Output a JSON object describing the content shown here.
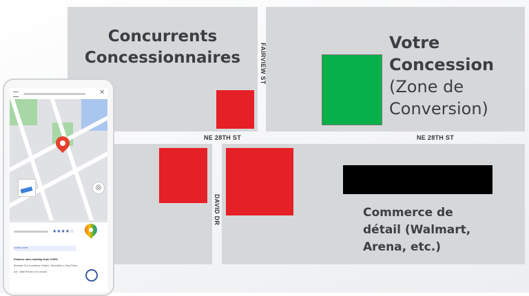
{
  "labels": {
    "competitors": [
      "Concurrents",
      "Concessionnaires"
    ],
    "your_dealership": {
      "line1": "Votre",
      "line2": "Concession",
      "line3": "(Zone de",
      "line4": "Conversion)"
    },
    "retail": [
      "Commerce de",
      "détail (Walmart,",
      "Arena, etc.)"
    ]
  },
  "streets": {
    "fairview": "FAIRVIEW ST",
    "ne28_left": "NE 28TH ST",
    "ne28_right": "NE 28TH ST",
    "david": "DAVID DR"
  },
  "phone": {
    "rating_stars": "★★★★☆",
    "link_text": "Learn more",
    "ad_headline": "Finance rates starting from 3.99%",
    "ad_line": "Browse Our Inventory Online. Schedule a Test Drive",
    "ad_footer": "Ad · Alfa Romeo of London"
  },
  "colors": {
    "competitor": "#e52026",
    "dealership": "#08b04a",
    "retail": "#000000",
    "block": "#d6d7d9",
    "text": "#3b3f44"
  }
}
